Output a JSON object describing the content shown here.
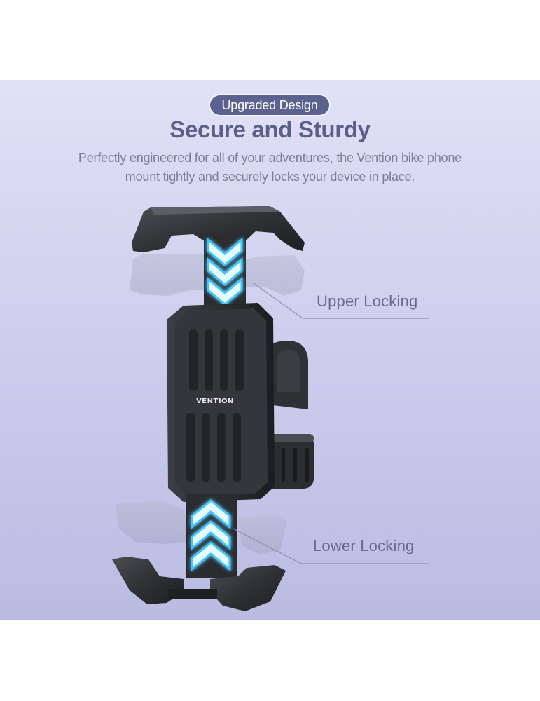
{
  "banner": {
    "badge": "Upgraded Design",
    "title": "Secure and Sturdy",
    "subtitle_line1": "Perfectly engineered for all of your adventures, the Vention bike phone",
    "subtitle_line2": "mount tightly and securely locks your device in place.",
    "colors": {
      "background_top": "#e1e1f6",
      "background_bottom": "#b9bbe2",
      "badge_bg": "#5b6290",
      "title": "#5a5f8a",
      "subtitle": "#7a7d98",
      "glow": "#4fd0ff"
    }
  },
  "product": {
    "name": "bike phone mount",
    "brand_logo": "VENTION",
    "callouts": [
      {
        "label": "Upper Locking"
      },
      {
        "label": "Lower Locking"
      }
    ]
  }
}
